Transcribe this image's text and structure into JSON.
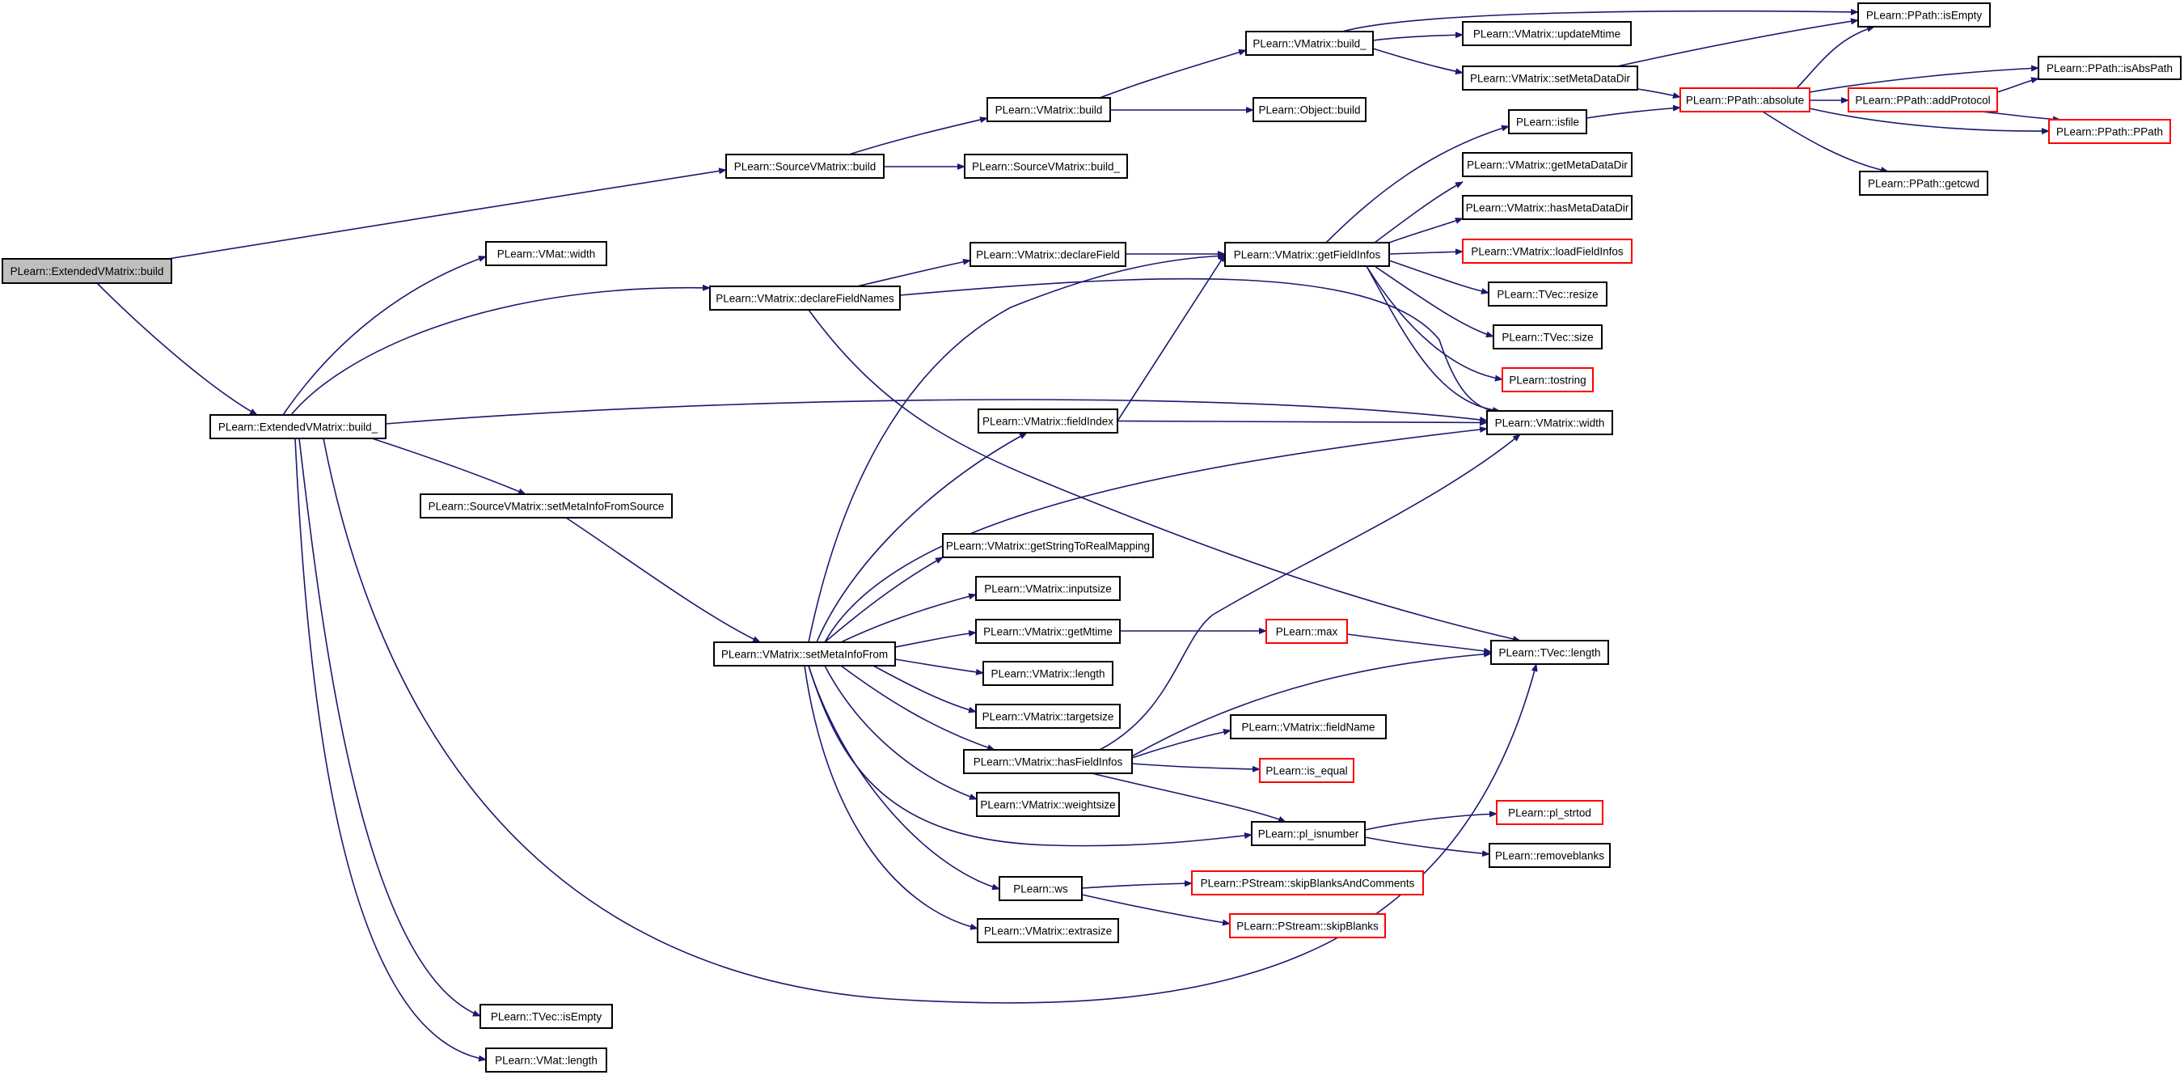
{
  "diagram": {
    "kind": "call-graph",
    "colors": {
      "edge": "#191970",
      "node_border": "#000000",
      "truncated_border": "#ff0000",
      "root_fill": "#bfbfbf",
      "node_fill": "#ffffff"
    },
    "nodes": [
      {
        "id": "n0",
        "label": "PLearn::ExtendedVMatrix::build",
        "role": "root"
      },
      {
        "id": "n1",
        "label": "PLearn::SourceVMatrix::build"
      },
      {
        "id": "n2",
        "label": "PLearn::VMatrix::build"
      },
      {
        "id": "n3",
        "label": "PLearn::VMatrix::build_"
      },
      {
        "id": "n4",
        "label": "PLearn::PPath::isEmpty"
      },
      {
        "id": "n5",
        "label": "PLearn::VMatrix::updateMtime"
      },
      {
        "id": "n6",
        "label": "PLearn::VMatrix::setMetaDataDir"
      },
      {
        "id": "n7",
        "label": "PLearn::PPath::absolute",
        "truncated": true
      },
      {
        "id": "n8",
        "label": "PLearn::PPath::addProtocol",
        "truncated": true
      },
      {
        "id": "n9",
        "label": "PLearn::PPath::isAbsPath"
      },
      {
        "id": "n10",
        "label": "PLearn::PPath::PPath",
        "truncated": true
      },
      {
        "id": "n11",
        "label": "PLearn::PPath::getcwd"
      },
      {
        "id": "n12",
        "label": "PLearn::Object::build"
      },
      {
        "id": "n13",
        "label": "PLearn::SourceVMatrix::build_"
      },
      {
        "id": "n14",
        "label": "PLearn::isfile"
      },
      {
        "id": "n15",
        "label": "PLearn::VMatrix::getMetaDataDir"
      },
      {
        "id": "n16",
        "label": "PLearn::VMatrix::hasMetaDataDir"
      },
      {
        "id": "n17",
        "label": "PLearn::VMat::width"
      },
      {
        "id": "n18",
        "label": "PLearn::VMatrix::declareField"
      },
      {
        "id": "n19",
        "label": "PLearn::VMatrix::getFieldInfos"
      },
      {
        "id": "n20",
        "label": "PLearn::VMatrix::loadFieldInfos",
        "truncated": true
      },
      {
        "id": "n21",
        "label": "PLearn::VMatrix::declareFieldNames"
      },
      {
        "id": "n22",
        "label": "PLearn::TVec::resize"
      },
      {
        "id": "n23",
        "label": "PLearn::TVec::size"
      },
      {
        "id": "n24",
        "label": "PLearn::tostring",
        "truncated": true
      },
      {
        "id": "n25",
        "label": "PLearn::ExtendedVMatrix::build_"
      },
      {
        "id": "n26",
        "label": "PLearn::VMatrix::fieldIndex"
      },
      {
        "id": "n27",
        "label": "PLearn::VMatrix::width"
      },
      {
        "id": "n28",
        "label": "PLearn::SourceVMatrix::setMetaInfoFromSource"
      },
      {
        "id": "n29",
        "label": "PLearn::VMatrix::getStringToRealMapping"
      },
      {
        "id": "n30",
        "label": "PLearn::VMatrix::inputsize"
      },
      {
        "id": "n31",
        "label": "PLearn::VMatrix::getMtime"
      },
      {
        "id": "n32",
        "label": "PLearn::max",
        "truncated": true
      },
      {
        "id": "n33",
        "label": "PLearn::VMatrix::setMetaInfoFrom"
      },
      {
        "id": "n34",
        "label": "PLearn::TVec::length"
      },
      {
        "id": "n35",
        "label": "PLearn::VMatrix::length"
      },
      {
        "id": "n36",
        "label": "PLearn::VMatrix::targetsize"
      },
      {
        "id": "n37",
        "label": "PLearn::VMatrix::fieldName"
      },
      {
        "id": "n38",
        "label": "PLearn::VMatrix::hasFieldInfos"
      },
      {
        "id": "n39",
        "label": "PLearn::is_equal",
        "truncated": true
      },
      {
        "id": "n40",
        "label": "PLearn::VMatrix::weightsize"
      },
      {
        "id": "n41",
        "label": "PLearn::pl_strtod",
        "truncated": true
      },
      {
        "id": "n42",
        "label": "PLearn::pl_isnumber"
      },
      {
        "id": "n43",
        "label": "PLearn::removeblanks"
      },
      {
        "id": "n44",
        "label": "PLearn::ws"
      },
      {
        "id": "n45",
        "label": "PLearn::PStream::skipBlanksAndComments",
        "truncated": true
      },
      {
        "id": "n46",
        "label": "PLearn::PStream::skipBlanks",
        "truncated": true
      },
      {
        "id": "n47",
        "label": "PLearn::VMatrix::extrasize"
      },
      {
        "id": "n48",
        "label": "PLearn::TVec::isEmpty"
      },
      {
        "id": "n49",
        "label": "PLearn::VMat::length"
      }
    ],
    "edges": [
      [
        "n0",
        "n1"
      ],
      [
        "n0",
        "n25"
      ],
      [
        "n1",
        "n2"
      ],
      [
        "n1",
        "n13"
      ],
      [
        "n2",
        "n3"
      ],
      [
        "n2",
        "n12"
      ],
      [
        "n3",
        "n4"
      ],
      [
        "n3",
        "n5"
      ],
      [
        "n3",
        "n6"
      ],
      [
        "n6",
        "n4"
      ],
      [
        "n6",
        "n7"
      ],
      [
        "n7",
        "n4"
      ],
      [
        "n7",
        "n8"
      ],
      [
        "n7",
        "n9"
      ],
      [
        "n7",
        "n10"
      ],
      [
        "n7",
        "n11"
      ],
      [
        "n8",
        "n9"
      ],
      [
        "n8",
        "n10"
      ],
      [
        "n14",
        "n7"
      ],
      [
        "n18",
        "n19"
      ],
      [
        "n19",
        "n14"
      ],
      [
        "n19",
        "n15"
      ],
      [
        "n19",
        "n16"
      ],
      [
        "n19",
        "n20"
      ],
      [
        "n19",
        "n22"
      ],
      [
        "n19",
        "n23"
      ],
      [
        "n19",
        "n24"
      ],
      [
        "n19",
        "n27"
      ],
      [
        "n21",
        "n18"
      ],
      [
        "n21",
        "n27"
      ],
      [
        "n21",
        "n34"
      ],
      [
        "n25",
        "n17"
      ],
      [
        "n25",
        "n21"
      ],
      [
        "n25",
        "n27"
      ],
      [
        "n25",
        "n28"
      ],
      [
        "n25",
        "n34"
      ],
      [
        "n25",
        "n48"
      ],
      [
        "n25",
        "n49"
      ],
      [
        "n26",
        "n19"
      ],
      [
        "n26",
        "n27"
      ],
      [
        "n28",
        "n33"
      ],
      [
        "n33",
        "n19"
      ],
      [
        "n33",
        "n26"
      ],
      [
        "n33",
        "n27"
      ],
      [
        "n33",
        "n29"
      ],
      [
        "n33",
        "n30"
      ],
      [
        "n33",
        "n31"
      ],
      [
        "n33",
        "n35"
      ],
      [
        "n33",
        "n36"
      ],
      [
        "n33",
        "n38"
      ],
      [
        "n33",
        "n40"
      ],
      [
        "n33",
        "n42"
      ],
      [
        "n33",
        "n44"
      ],
      [
        "n33",
        "n47"
      ],
      [
        "n31",
        "n32"
      ],
      [
        "n32",
        "n34"
      ],
      [
        "n38",
        "n27"
      ],
      [
        "n38",
        "n34"
      ],
      [
        "n38",
        "n37"
      ],
      [
        "n38",
        "n39"
      ],
      [
        "n38",
        "n42"
      ],
      [
        "n42",
        "n41"
      ],
      [
        "n42",
        "n43"
      ],
      [
        "n44",
        "n45"
      ],
      [
        "n44",
        "n46"
      ]
    ]
  }
}
